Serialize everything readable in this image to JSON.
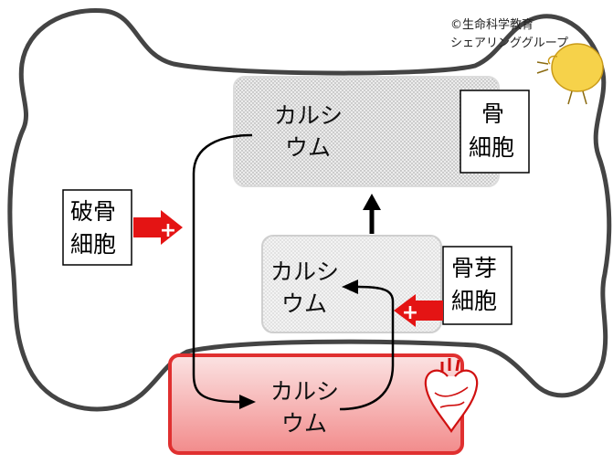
{
  "credit": {
    "line1": "©生命科学教育",
    "line2": "シェアリンググループ"
  },
  "boxes": {
    "top": {
      "line1": "カルシ",
      "line2": "ウム"
    },
    "middle": {
      "line1": "カルシ",
      "line2": "ウム"
    },
    "bottom": {
      "line1": "カルシ",
      "line2": "ウム"
    }
  },
  "cells": {
    "osteocyte": {
      "line1": "骨",
      "line2": "細胞"
    },
    "osteoclast": {
      "line1": "破骨",
      "line2": "細胞"
    },
    "osteoblast": {
      "line1": "骨芽",
      "line2": "細胞"
    }
  },
  "plus_sign": "+",
  "icons": {
    "heart": "heart-icon",
    "chick": "chick-icon"
  },
  "colors": {
    "bone_outline": "#444444",
    "blood_fill": "#f7c9c9",
    "blood_stroke": "#e03030",
    "arrow_red": "#e41414",
    "calcium_box": "#dcdcdc"
  }
}
